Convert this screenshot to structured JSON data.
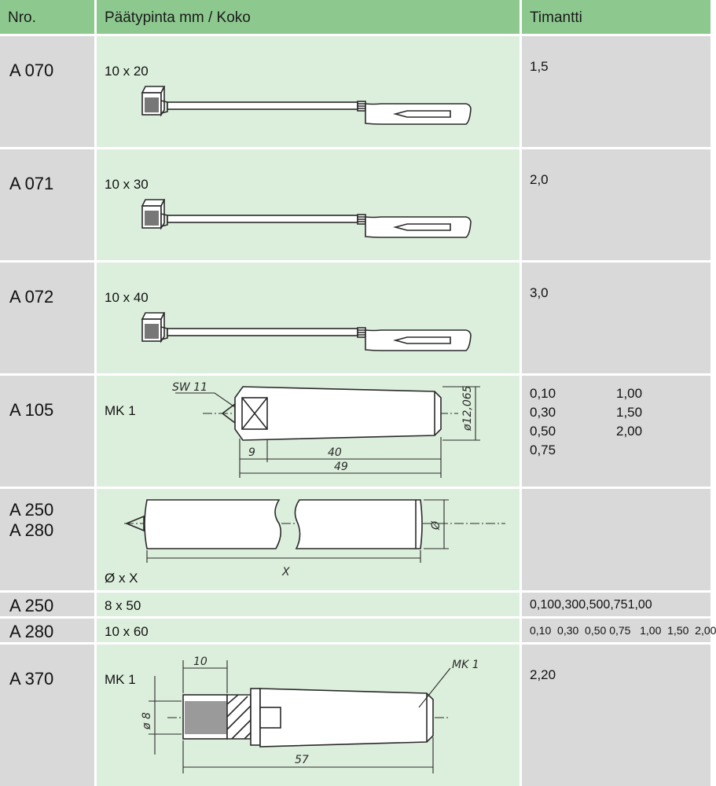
{
  "header": {
    "col1": "Nro.",
    "col2": "Päätypinta mm / Koko",
    "col3": "Timantti"
  },
  "rows": [
    {
      "nro": "A 070",
      "size": "10 x 20",
      "diamond": "1,5"
    },
    {
      "nro": "A 071",
      "size": "10 x 30",
      "diamond": "2,0"
    },
    {
      "nro": "A 072",
      "size": "10 x 40",
      "diamond": "3,0"
    },
    {
      "nro": "A 105",
      "size": "MK 1",
      "diamonds": [
        "0,10",
        "1,00",
        "0,30",
        "1,50",
        "0,50",
        "2,00",
        "0,75"
      ],
      "drawing": {
        "sw": "SW 11",
        "d1": "9",
        "d2": "40",
        "d3": "49",
        "dia": "ø12,065"
      }
    },
    {
      "nro1": "A 250",
      "nro2": "A 280",
      "size": "Ø x X",
      "drawing": {
        "x": "X",
        "dia": "Ø"
      }
    },
    {
      "nro": "A 250",
      "size": "8 x 50",
      "diamond": "0,100,300,500,751,00"
    },
    {
      "nro": "A 280",
      "size": "10 x 60",
      "diamond": "0,10  0,30  0,50 0,75   1,00  1,50  2,00"
    },
    {
      "nro": "A 370",
      "size": "MK 1",
      "diamond": "2,20",
      "drawing": {
        "mk": "MK 1",
        "d1": "10",
        "d2": "57",
        "dia": "ø 8"
      }
    }
  ]
}
